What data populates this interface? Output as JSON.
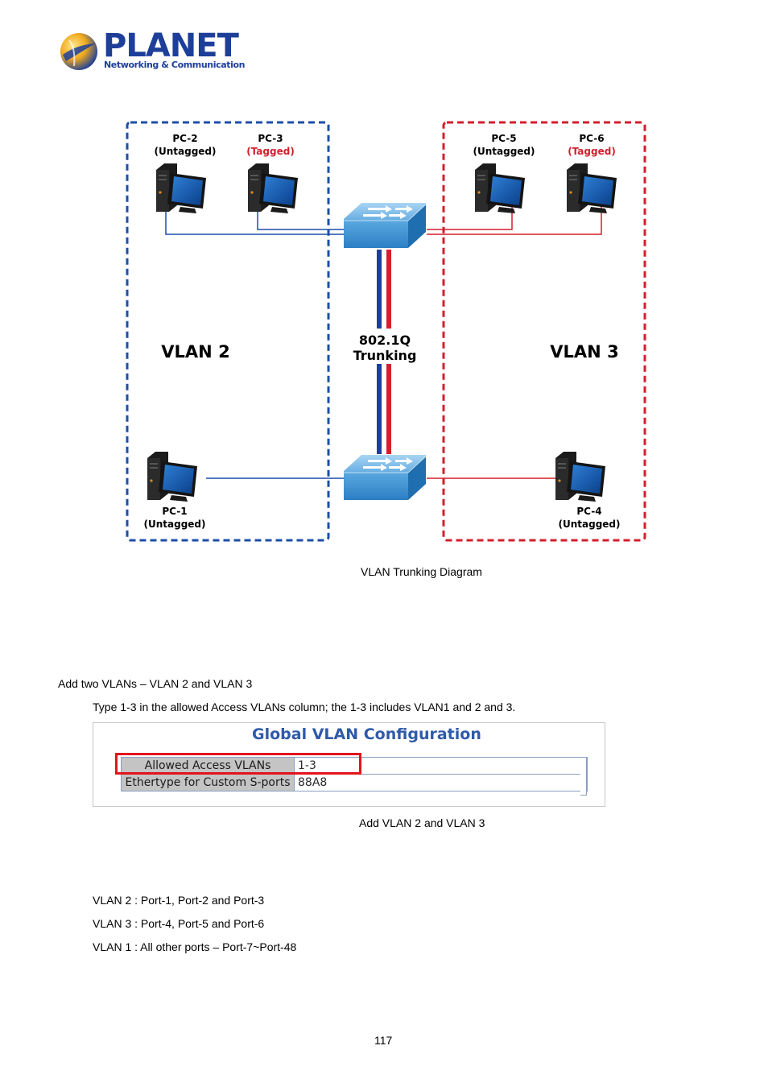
{
  "logo": {
    "brand": "PLANET",
    "tagline": "Networking & Communication",
    "colors": {
      "primary": "#1d3f9a",
      "globe": "#e8a21a"
    }
  },
  "diagram": {
    "vlan2_group": {
      "label": "VLAN 2",
      "border_color": "#1d4fa8",
      "pcs": [
        {
          "name": "PC-2",
          "mode": "(Untagged)"
        },
        {
          "name": "PC-3",
          "mode": "(Tagged)"
        },
        {
          "name": "PC-1",
          "mode": "(Untagged)"
        }
      ]
    },
    "vlan3_group": {
      "label": "VLAN 3",
      "border_color": "#d41f2c",
      "pcs": [
        {
          "name": "PC-5",
          "mode": "(Untagged)"
        },
        {
          "name": "PC-6",
          "mode": "(Tagged)"
        },
        {
          "name": "PC-4",
          "mode": "(Untagged)"
        }
      ]
    },
    "trunk_label_line1": "802.1Q",
    "trunk_label_line2": "Trunking",
    "tagged_color": "#d41f2c"
  },
  "caption1": "VLAN Trunking Diagram",
  "step1": "Add two VLANs – VLAN 2 and VLAN 3",
  "step1_detail": "Type 1-3 in the allowed Access VLANs column; the 1-3 includes VLAN1 and 2 and 3.",
  "config_panel": {
    "title": "Global VLAN Configuration",
    "rows": [
      {
        "key": "Allowed Access VLANs",
        "value": "1-3"
      },
      {
        "key": "Ethertype for Custom S-ports",
        "value": "88A8"
      }
    ],
    "highlight_color": "#e3141c"
  },
  "caption2": "Add VLAN 2 and VLAN 3",
  "assignments": [
    "VLAN 2 : Port-1, Port-2 and Port-3",
    "VLAN 3 : Port-4, Port-5 and Port-6",
    "VLAN 1 : All other ports – Port-7~Port-48"
  ],
  "page_number": "117"
}
